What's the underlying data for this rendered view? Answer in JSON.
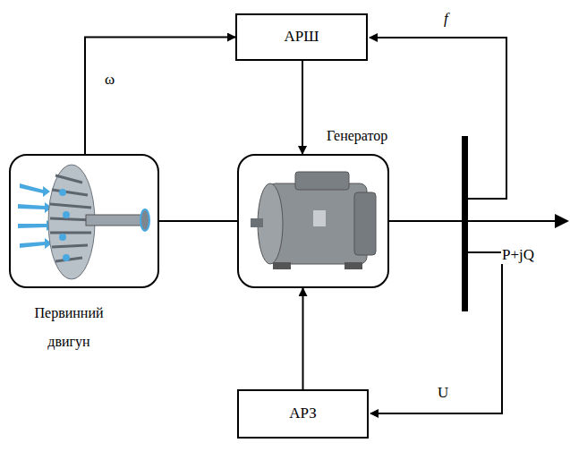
{
  "diagram": {
    "nodes": [
      {
        "text": [
          "АРШ"
        ]
      },
      {
        "text": [
          "Первинний двигун"
        ]
      },
      {
        "text": [
          "Генератор"
        ]
      },
      {
        "text": [
          "АРЗ"
        ]
      }
    ],
    "edges": [
      {
        "from": 1,
        "to": 0,
        "arrow": "to",
        "label": "ω"
      },
      {
        "from": 0,
        "to": 2,
        "arrow": "to"
      },
      {
        "from": 3,
        "to": 2,
        "arrow": "to"
      },
      {
        "from": 1,
        "to": 2,
        "arrow": "none"
      }
    ],
    "labels": [
      "f",
      "P+jQ",
      "U"
    ]
  }
}
